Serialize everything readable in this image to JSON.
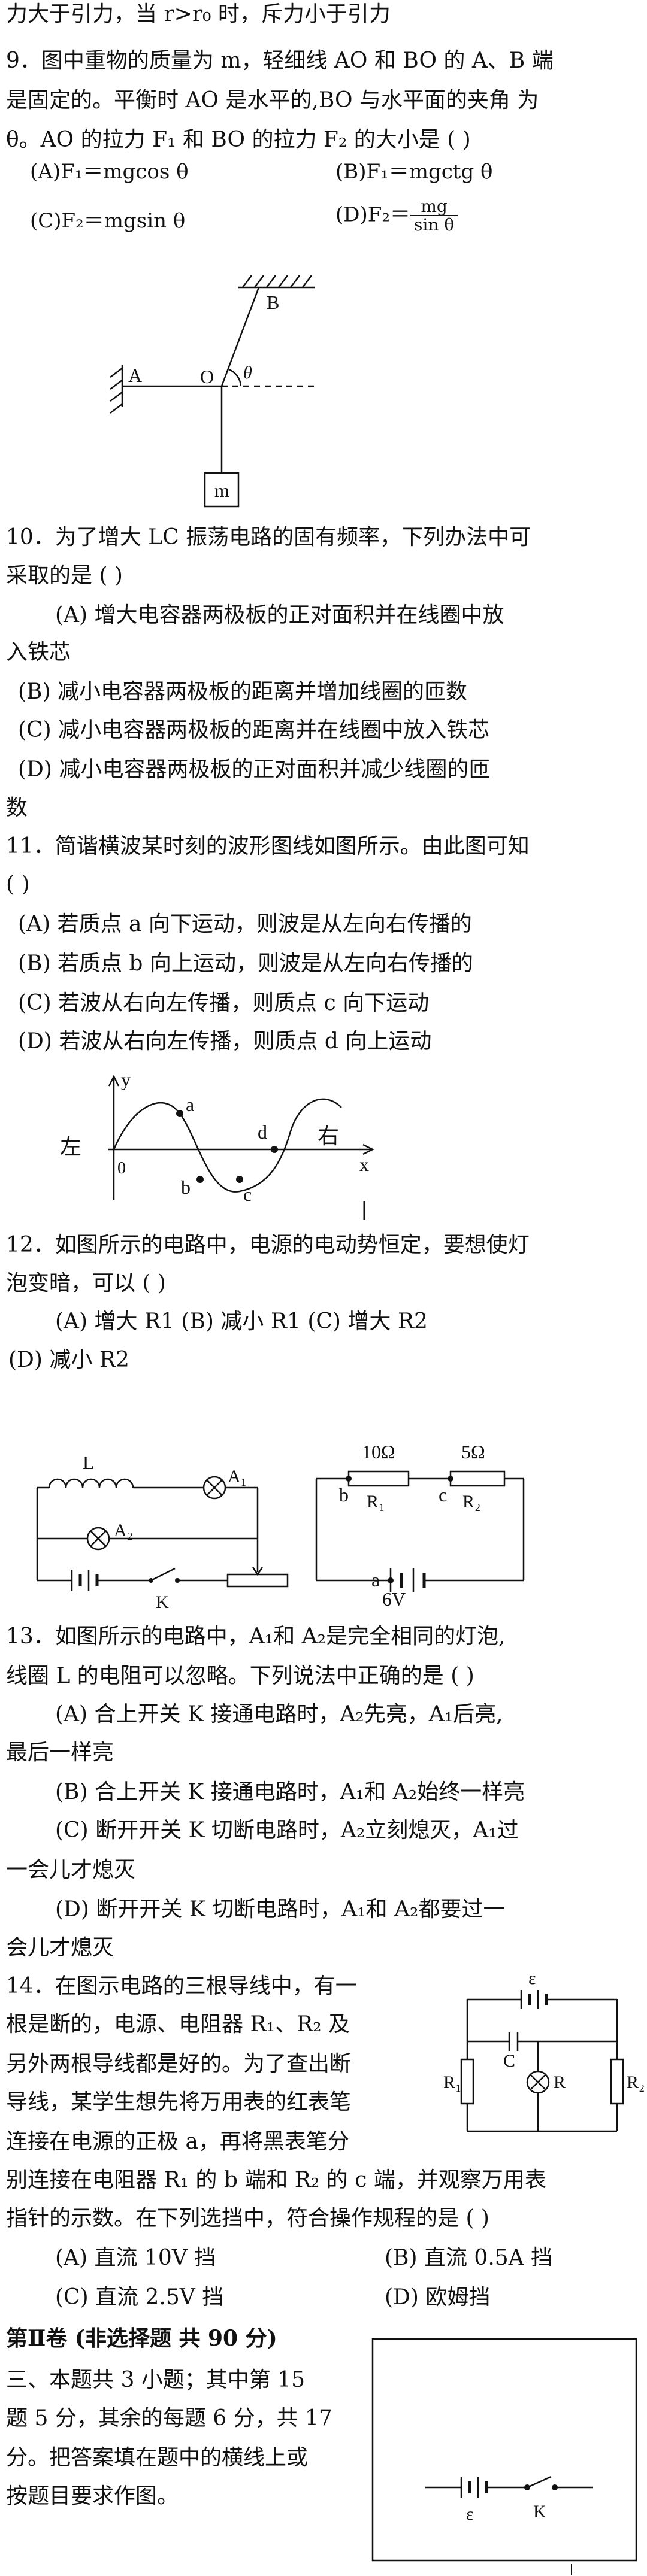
{
  "lines": {
    "l0": "力大于引力，当 r>r₀ 时，斥力小于引力",
    "q9_1": "9．图中重物的质量为 m，轻细线 AO 和 BO 的 A、B 端",
    "q9_2": "是固定的。平衡时 AO 是水平的,BO 与水平面的夹角 为",
    "q9_3": "θ。AO 的拉力 F₁ 和 BO 的拉力 F₂ 的大小是 (      )",
    "q9_A": "(A)F₁＝mgcos θ",
    "q9_B": "(B)F₁＝mgctg θ",
    "q9_C": "(C)F₂＝mgsin θ",
    "q9_D_pre": "(D)F₂＝",
    "q9_D_num": "mg",
    "q9_D_den": "sin θ",
    "q10_1": "10．为了增大 LC 振荡电路的固有频率，下列办法中可",
    "q10_2": "采取的是 (      )",
    "q10_A1": "(A) 增大电容器两极板的正对面积并在线圈中放",
    "q10_A2": "入铁芯",
    "q10_B": "(B) 减小电容器两极板的距离并增加线圈的匝数",
    "q10_C": "(C) 减小电容器两极板的距离并在线圈中放入铁芯",
    "q10_D1": "(D) 减小电容器两极板的正对面积并减少线圈的匝",
    "q10_D2": "数",
    "q11_1": "11．简谐横波某时刻的波形图线如图所示。由此图可知",
    "q11_2": "(      )",
    "q11_A": "(A) 若质点 a 向下运动，则波是从左向右传播的",
    "q11_B": "(B) 若质点 b 向上运动，则波是从左向右传播的",
    "q11_C": "(C) 若波从右向左传播，则质点 c 向下运动",
    "q11_D": "(D) 若波从右向左传播，则质点 d 向上运动",
    "q12_1": "12．如图所示的电路中，电源的电动势恒定，要想使灯",
    "q12_2": "泡变暗，可以 (      )",
    "q12_3": "(A) 增大 R1    (B) 减小 R1    (C) 增大 R2",
    "q12_4": "(D) 减小 R2",
    "q13_1": "13．如图所示的电路中，A₁和 A₂是完全相同的灯泡,",
    "q13_2": "线圈 L 的电阻可以忽略。下列说法中正确的是 (   )",
    "q13_A1": "(A) 合上开关 K 接通电路时，A₂先亮，A₁后亮,",
    "q13_A2": "最后一样亮",
    "q13_B": "(B) 合上开关 K 接通电路时，A₁和 A₂始终一样亮",
    "q13_C1": "(C) 断开开关 K 切断电路时，A₂立刻熄灭，A₁过",
    "q13_C2": "一会儿才熄灭",
    "q13_D1": "(D) 断开开关 K 切断电路时，A₁和 A₂都要过一",
    "q13_D2": "会儿才熄灭",
    "q14_1": "14．在图示电路的三根导线中，有一",
    "q14_2": "根是断的，电源、电阻器 R₁、R₂ 及",
    "q14_3": "另外两根导线都是好的。为了查出断",
    "q14_4": "导线，某学生想先将万用表的红表笔",
    "q14_5": "连接在电源的正极 a，再将黑表笔分",
    "q14_6": "别连接在电阻器 R₁ 的 b 端和 R₂ 的 c 端，并观察万用表",
    "q14_7": "指针的示数。在下列选挡中，符合操作规程的是 (      )",
    "q14_AB_A": "(A) 直流 10V 挡",
    "q14_AB_B": "(B) 直流 0.5A 挡",
    "q14_CD_C": "(C) 直流 2.5V 挡",
    "q14_CD_D": "(D) 欧姆挡",
    "part2": "第Ⅱ卷 (非选择题 共 90 分)",
    "p3_1": "三、本题共 3 小题；其中第 15",
    "p3_2": "题 5 分，其余的每题 6 分，共 17",
    "p3_3": "分。把答案填在题中的横线上或",
    "p3_4": "按题目要求作图。"
  },
  "fig9": {
    "B": "B",
    "A": "A",
    "O": "O",
    "theta": "θ",
    "m": "m"
  },
  "fig11": {
    "y": "y",
    "x": "x",
    "left": "左",
    "right": "右",
    "origin": "0",
    "a": "a",
    "b": "b",
    "c": "c",
    "d": "d"
  },
  "fig12": {
    "r1_value": "10Ω",
    "r2_value": "5Ω",
    "b": "b",
    "c": "c",
    "r1": "R₁",
    "r2": "R₂",
    "a": "a",
    "emf": "6V"
  },
  "fig13": {
    "L": "L",
    "A1": "A₁",
    "A2": "A₂",
    "K": "K"
  },
  "fig14": {
    "emf": "ε",
    "C": "C",
    "R1": "R₁",
    "R": "R",
    "R2": "R₂"
  },
  "fig15": {
    "emf": "ε",
    "K": "K"
  }
}
